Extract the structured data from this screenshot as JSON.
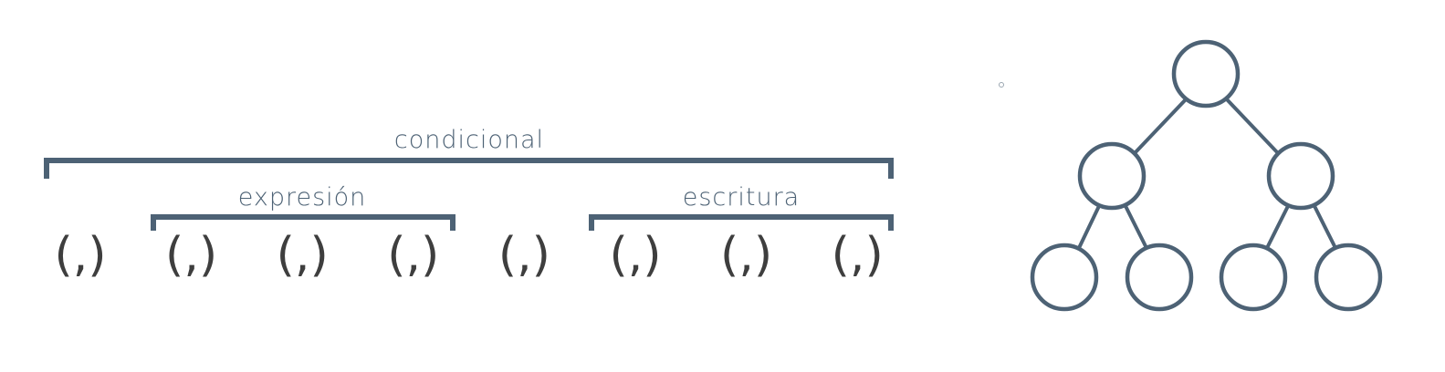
{
  "labels": {
    "outer": "condicional",
    "left": "expresión",
    "right": "escritura"
  },
  "tokens": [
    "(,)",
    "(,)",
    "(,)",
    "(,)",
    "(,)",
    "(,)",
    "(,)",
    "(,)"
  ],
  "colors": {
    "accent": "#4d6275",
    "token": "#3e3e3e",
    "background": "#ffffff"
  },
  "tree": {
    "levels": [
      1,
      2,
      4
    ]
  }
}
